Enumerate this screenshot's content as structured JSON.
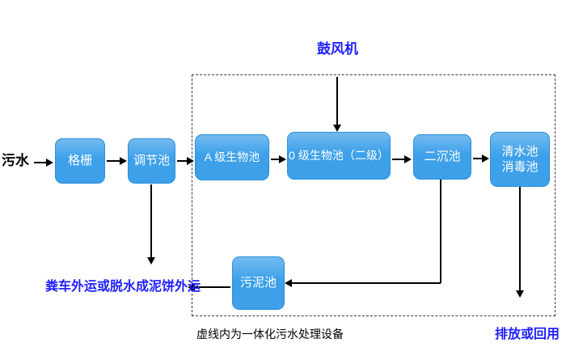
{
  "diagram": {
    "title_hidden": "",
    "source_label": "污水",
    "blower_label": "鼓风机",
    "nodes": {
      "grid": "格栅",
      "regulating": "调节池",
      "a_bio": "A 级生物池",
      "o_bio": "0 级生物池（二级）",
      "secondary_sed": "二沉池",
      "clear_line1": "清水池",
      "clear_line2": "消毒池",
      "sludge": "污泥池"
    },
    "labels": {
      "sludge_out": "粪车外运或脱水成泥饼外运",
      "dashed_caption": "虚线内为一体化污水处理设备",
      "discharge": "排放或回用"
    },
    "colors": {
      "box_fill": "#3da0e9",
      "box_border": "#2c8fd9",
      "box_text": "#ffffff",
      "blue_text": "#1f1fff",
      "black_text": "#000000",
      "arrow": "#000000"
    }
  }
}
